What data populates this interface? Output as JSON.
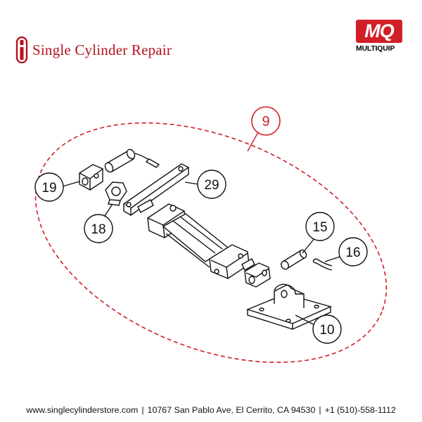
{
  "brand": {
    "name": "Single Cylinder Repair",
    "color": "#b5121b"
  },
  "logo": {
    "letters": "MQ",
    "wordmark": "MULTIQUIP",
    "color": "#d11f28"
  },
  "diagram": {
    "assembly_callout": "9",
    "assembly_callout_color": "#d11f28",
    "parts": [
      {
        "number": "19",
        "part": "clevis"
      },
      {
        "number": "18",
        "part": "hex-nut"
      },
      {
        "number": "29",
        "part": "plate"
      },
      {
        "number": "15",
        "part": "pin"
      },
      {
        "number": "16",
        "part": "cotter-pin"
      },
      {
        "number": "10",
        "part": "mounting-bracket"
      }
    ]
  },
  "footer": {
    "website": "www.singlecylinderstore.com",
    "address": "10767 San Pablo Ave, El Cerrito, CA 94530",
    "phone": "+1 (510)-558-1112",
    "separator": "|"
  }
}
